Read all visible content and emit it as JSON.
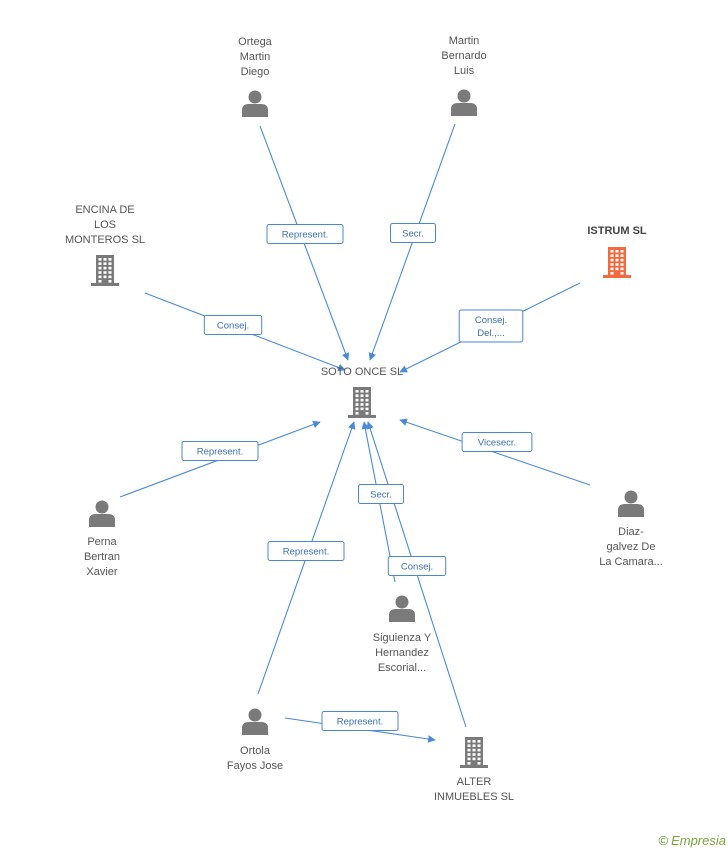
{
  "colors": {
    "edge": "#4a8bd8",
    "person": "#7a7a7a",
    "company": "#7a7a7a",
    "highlight": "#f26a3d"
  },
  "nodes": [
    {
      "id": "soto",
      "type": "company",
      "lines": [
        "SOTO ONCE SL"
      ]
    },
    {
      "id": "ortega",
      "type": "person",
      "lines": [
        "Ortega",
        "Martin",
        "Diego"
      ]
    },
    {
      "id": "bernardo",
      "type": "person",
      "lines": [
        "Martin",
        "Bernardo",
        "Luis"
      ]
    },
    {
      "id": "encina",
      "type": "company",
      "lines": [
        "ENCINA DE",
        "LOS",
        "MONTEROS  SL"
      ]
    },
    {
      "id": "istrum",
      "type": "company",
      "highlight": true,
      "lines": [
        "ISTRUM  SL"
      ]
    },
    {
      "id": "perna",
      "type": "person",
      "lines": [
        "Perna",
        "Bertran",
        "Xavier"
      ]
    },
    {
      "id": "diaz",
      "type": "person",
      "lines": [
        "Diaz-",
        "galvez De",
        "La Camara..."
      ]
    },
    {
      "id": "siguienza",
      "type": "person",
      "lines": [
        "Siguienza Y",
        "Hernandez",
        "Escorial..."
      ]
    },
    {
      "id": "ortola",
      "type": "person",
      "lines": [
        "Ortola",
        "Fayos Jose"
      ]
    },
    {
      "id": "alter",
      "type": "company",
      "lines": [
        "ALTER",
        "INMUEBLES SL"
      ]
    }
  ],
  "edges": [
    {
      "from": "ortega",
      "to": "soto",
      "label": [
        "Represent."
      ]
    },
    {
      "from": "bernardo",
      "to": "soto",
      "label": [
        "Secr."
      ]
    },
    {
      "from": "encina",
      "to": "soto",
      "label": [
        "Consej."
      ]
    },
    {
      "from": "istrum",
      "to": "soto",
      "label": [
        "Consej.",
        "Del.,..."
      ]
    },
    {
      "from": "perna",
      "to": "soto",
      "label": [
        "Represent."
      ]
    },
    {
      "from": "diaz",
      "to": "soto",
      "label": [
        "Vicesecr."
      ]
    },
    {
      "from": "siguienza",
      "to": "soto",
      "label": [
        "Secr."
      ]
    },
    {
      "from": "alter",
      "to": "soto",
      "label": [
        "Consej."
      ]
    },
    {
      "from": "ortola",
      "to": "soto",
      "label": [
        "Represent."
      ]
    },
    {
      "from": "ortola",
      "to": "alter",
      "label": [
        "Represent."
      ]
    }
  ],
  "footer": {
    "copyright": "©",
    "brand": "Empresia"
  }
}
